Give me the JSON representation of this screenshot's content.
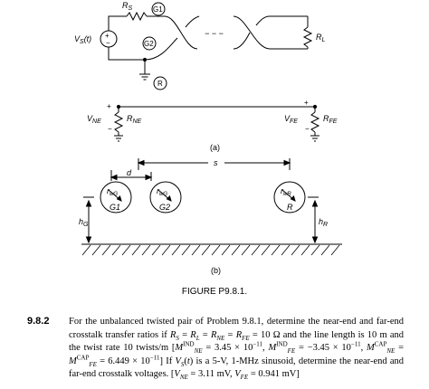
{
  "figure": {
    "part_a": {
      "labels": {
        "rs": "R",
        "rs_sub": "S",
        "g1": "G1",
        "g2": "G2",
        "r": "R",
        "vs": "V",
        "vs_sub": "S",
        "vs_arg": "(t)",
        "rl": "R",
        "rl_sub": "L",
        "vne": "V",
        "vne_sub": "NE",
        "rne": "R",
        "rne_sub": "NE",
        "vfe": "V",
        "vfe_sub": "FE",
        "rfe": "R",
        "rfe_sub": "FE",
        "plus": "+",
        "minus": "−",
        "dashes": "− − −"
      },
      "caption": "(a)"
    },
    "part_b": {
      "labels": {
        "s": "s",
        "d": "d",
        "g1_r": "r",
        "g1_r_sub": "wG",
        "g1": "G1",
        "g2_r": "r",
        "g2_r_sub": "wG",
        "g2": "G2",
        "r_r": "r",
        "r_r_sub": "wR",
        "r": "R",
        "hg": "h",
        "hg_sub": "G",
        "hr": "h",
        "hr_sub": "R"
      },
      "caption": "(b)"
    },
    "title": "FIGURE P9.8.1."
  },
  "problem": {
    "number": "9.8.2",
    "text_html": "For the unbalanced twisted pair of Problem 9.8.1, determine the near-end and far-end crosstalk transfer ratios if <i>R<sub>S</sub></i> = <i>R<sub>L</sub></i> = <i>R<sub>NE</sub></i> = <i>R<sub>FE</sub></i> = 10 Ω and the line length is 10 m and the twist rate 10 twists/m [<i>M</i><sup>IND</sup><sub><i>NE</i></sub> = 3.45 × 10<sup>−11</sup>, <i>M</i><sup>IND</sup><sub><i>FE</i></sub> = −3.45 × 10<sup>−11</sup>, <i>M</i><sup>CAP</sup><sub><i>NE</i></sub> = <i>M</i><sup>CAP</sup><sub><i>FE</i></sub> = 6.449 × 10<sup>−11</sup>] If <i>V<sub>S</sub></i>(<i>t</i>) is a 5-V, 1-MHz sinusoid, determine the near-end and far-end crosstalk voltages. [<i>V<sub>NE</sub></i> = 3.11 mV, <i>V<sub>FE</sub></i> = 0.941 mV]"
  }
}
